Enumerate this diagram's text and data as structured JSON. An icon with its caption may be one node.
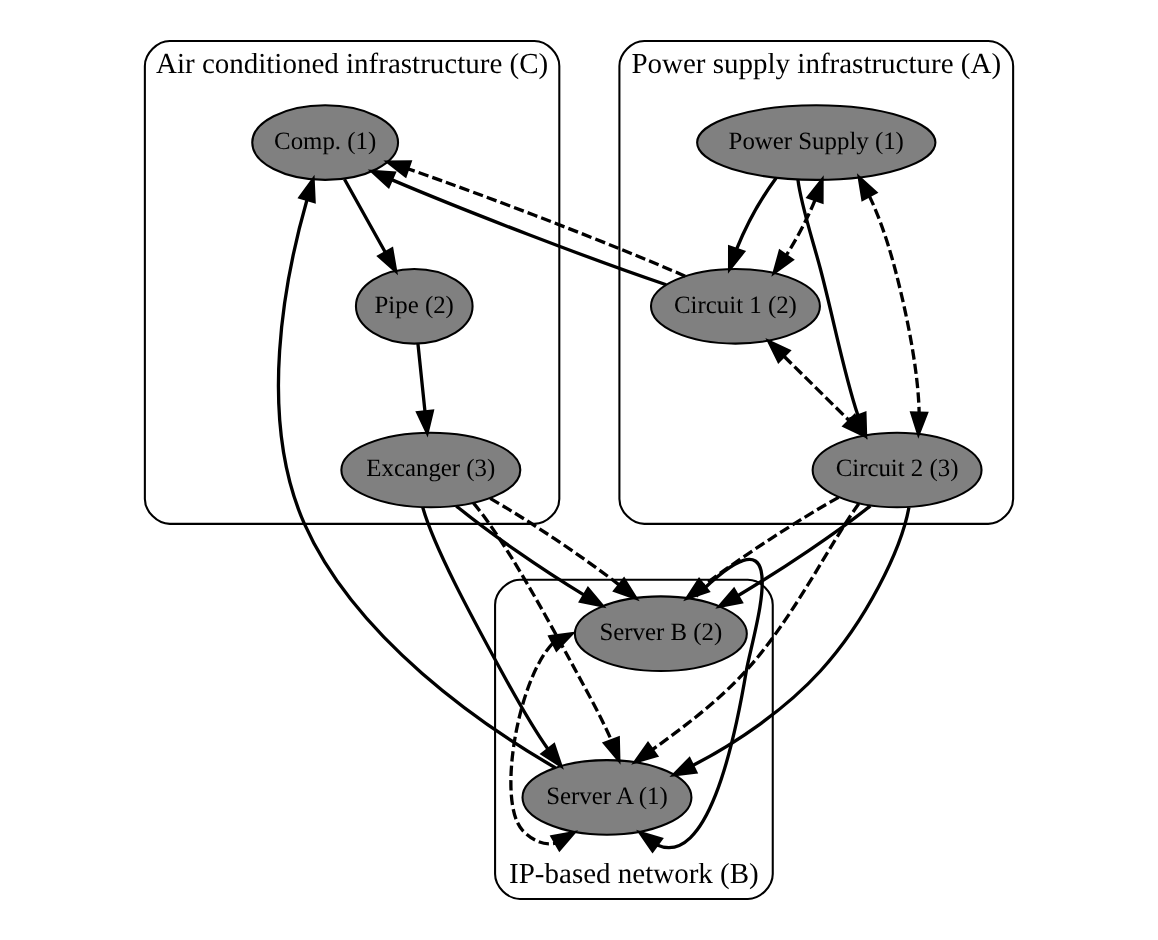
{
  "diagram": {
    "nodes": [
      {
        "text": [
          "Air conditioned infrastructure (C)"
        ]
      },
      {
        "text": [
          "Comp. (1)"
        ],
        "in": 0
      },
      {
        "text": [
          "Pipe (2)"
        ],
        "in": 0
      },
      {
        "text": [
          "Excanger (3)"
        ],
        "in": 0
      },
      {
        "text": [
          "Power supply infrastructure (A)"
        ]
      },
      {
        "text": [
          "Circuit 1 (2)"
        ],
        "in": 4
      },
      {
        "text": [
          "Power Supply (1)"
        ],
        "in": 4
      },
      {
        "text": [
          "Circuit 2 (3)"
        ],
        "in": 4
      },
      {
        "text": [
          "IP-based network (B)"
        ]
      },
      {
        "text": [
          "Server A (1)"
        ],
        "in": 8
      },
      {
        "text": [
          "Server B (2)"
        ],
        "in": 8
      }
    ],
    "edges": [
      {
        "from": 1,
        "to": 2,
        "arrow": "to"
      },
      {
        "from": 2,
        "to": 3,
        "arrow": "to"
      },
      {
        "from": 5,
        "to": 1,
        "arrow": "to"
      },
      {
        "from": 5,
        "to": 1,
        "arrow": "to",
        "style": "dashed"
      },
      {
        "from": 9,
        "to": 1,
        "arrow": "to"
      },
      {
        "from": 3,
        "to": 9,
        "arrow": "to"
      },
      {
        "from": 3,
        "to": 10,
        "arrow": "to"
      },
      {
        "from": 3,
        "to": 9,
        "arrow": "to",
        "style": "dashed"
      },
      {
        "from": 3,
        "to": 10,
        "arrow": "to",
        "style": "dashed"
      },
      {
        "from": 6,
        "to": 5,
        "arrow": "to"
      },
      {
        "from": 6,
        "to": 5,
        "arrow": "both",
        "style": "dashed"
      },
      {
        "from": 5,
        "to": 7,
        "arrow": "both",
        "style": "dashed"
      },
      {
        "from": 6,
        "to": 7,
        "arrow": "to"
      },
      {
        "from": 6,
        "to": 7,
        "arrow": "both",
        "style": "dashed"
      },
      {
        "from": 7,
        "to": 10,
        "arrow": "to",
        "style": "dashed"
      },
      {
        "from": 7,
        "to": 10,
        "arrow": "to"
      },
      {
        "from": 7,
        "to": 9,
        "arrow": "to",
        "style": "dashed"
      },
      {
        "from": 7,
        "to": 9,
        "arrow": "to"
      },
      {
        "from": 10,
        "to": 9,
        "arrow": "to"
      },
      {
        "from": 10,
        "to": 9,
        "arrow": "both",
        "style": "dashed"
      }
    ]
  }
}
